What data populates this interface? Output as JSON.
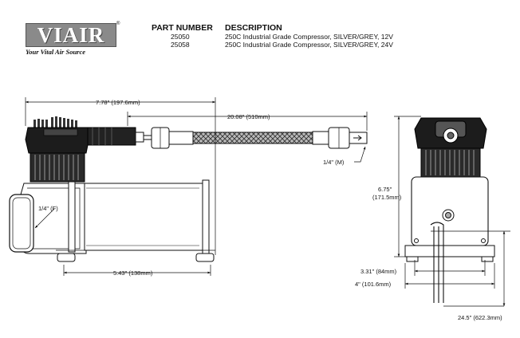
{
  "logo": {
    "brand": "VIAIR",
    "tagline": "Your Vital Air Source",
    "registered": "®"
  },
  "table": {
    "headers": {
      "part_number": "PART NUMBER",
      "description": "DESCRIPTION"
    },
    "rows": [
      {
        "part": "25050",
        "desc": "250C Industrial Grade Compressor, SILVER/GREY, 12V"
      },
      {
        "part": "25058",
        "desc": "250C Industrial Grade Compressor, SILVER/GREY, 24V"
      }
    ]
  },
  "dimensions": {
    "width_overall": "7.78\" (197.6mm)",
    "hose_length": "20.08\" (510mm)",
    "outlet_fitting": "1/4\" (M)",
    "inlet_fitting": "1/4\" (F)",
    "base_length": "5.43\" (138mm)",
    "height": "6.75\"",
    "height_mm": "(171.5mm)",
    "mount_spacing": "3.31\" (84mm)",
    "base_width": "4\" (101.6mm)",
    "lead_length": "24.5\" (622.3mm)"
  }
}
